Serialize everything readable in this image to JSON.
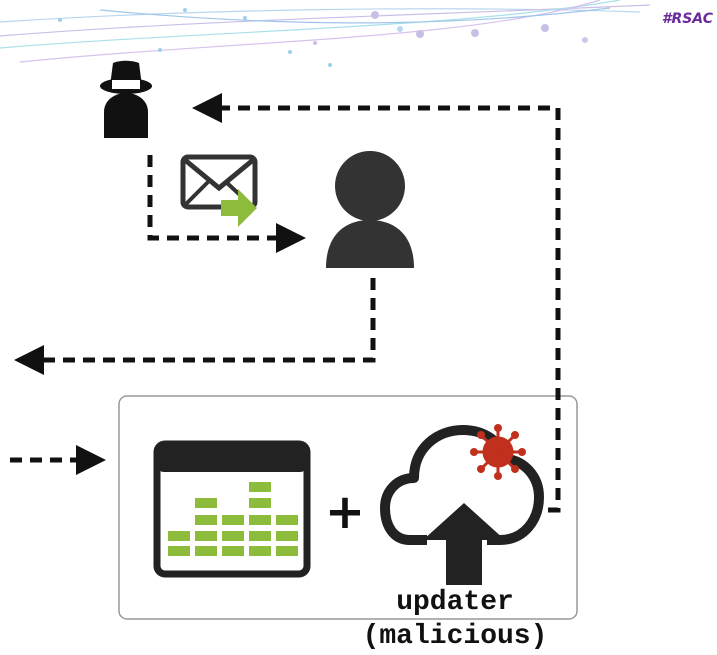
{
  "brand": {
    "hashtag": "#RSAC"
  },
  "labels": {
    "updater": "updater",
    "malicious": "(malicious)",
    "plus": "+"
  },
  "icons": [
    "attacker-icon",
    "email-forward-icon",
    "user-icon",
    "equalizer-app-icon",
    "cloud-upload-icon",
    "virus-icon"
  ],
  "colors": {
    "accent_purple": "#6b2a9b",
    "green": "#8dbb3c",
    "virus_red": "#c0301c",
    "ink": "#111111",
    "box_border": "#999999"
  }
}
